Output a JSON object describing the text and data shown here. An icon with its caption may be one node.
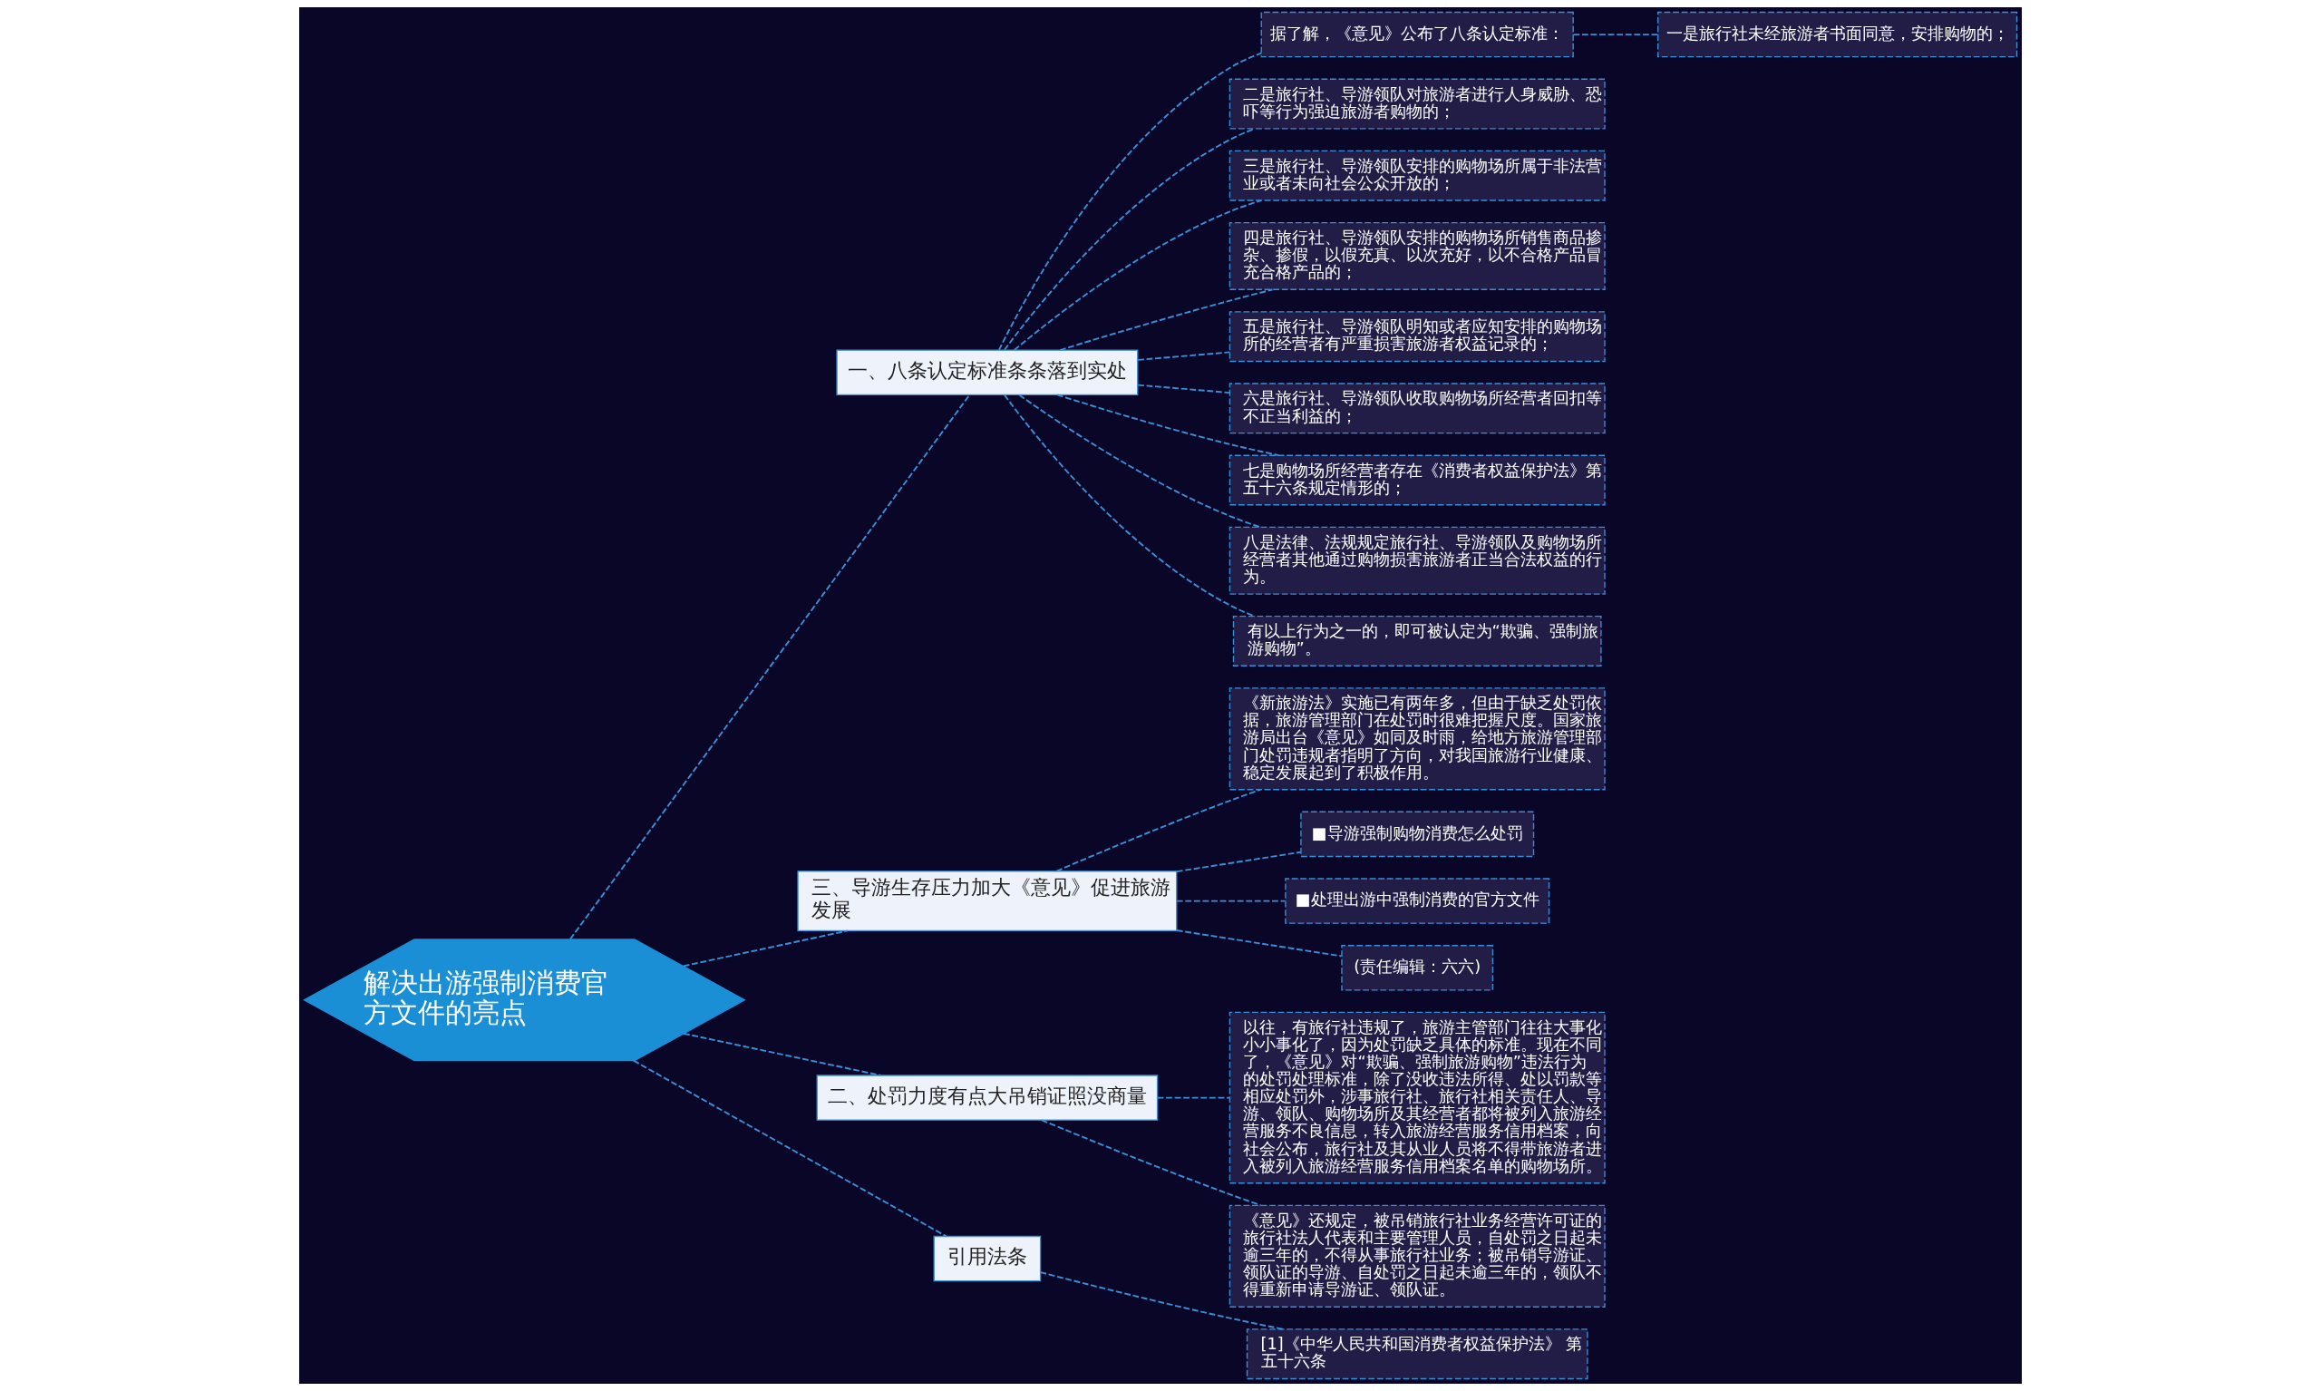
{
  "diagram": {
    "nodes": [
      {
        "text": [
          "解决出游强制消费官方文件的亮点"
        ]
      },
      {
        "text": [
          "一、八条认定标准条条落到实处"
        ]
      },
      {
        "text": [
          "据了解，《意见》公布了八条认定标准："
        ]
      },
      {
        "text": [
          "一是旅行社未经旅游者书面同意，安排购物的；"
        ]
      },
      {
        "text": [
          "二是旅行社、导游领队对旅游者进行人身威胁、恐吓等行为强迫旅游者购物的；"
        ]
      },
      {
        "text": [
          "三是旅行社、导游领队安排的购物场所属于非法营业或者未向社会公众开放的；"
        ]
      },
      {
        "text": [
          "四是旅行社、导游领队安排的购物场所销售商品掺杂、掺假，以假充真、以次充好，以不合格产品冒充合格产品的；"
        ]
      },
      {
        "text": [
          "五是旅行社、导游领队明知或者应知安排的购物场所的经营者有严重损害旅游者权益记录的；"
        ]
      },
      {
        "text": [
          "六是旅行社、导游领队收取购物场所经营者回扣等不正当利益的；"
        ]
      },
      {
        "text": [
          "七是购物场所经营者存在《消费者权益保护法》第五十六条规定情形的；"
        ]
      },
      {
        "text": [
          "八是法律、法规规定旅行社、导游领队及购物场所经营者其他通过购物损害旅游者正当合法权益的行为。"
        ]
      },
      {
        "text": [
          "有以上行为之一的，即可被认定为“欺骗、强制旅游购物”。"
        ]
      },
      {
        "text": [
          "三、导游生存压力加大《意见》促进旅游发展"
        ]
      },
      {
        "text": [
          "《新旅游法》实施已有两年多，但由于缺乏处罚依据，旅游管理部门在处罚时很难把握尺度。国家旅游局出台《意见》如同及时雨，给地方旅游管理部门处罚违规者指明了方向，对我国旅游行业健康、稳定发展起到了积极作用。"
        ]
      },
      {
        "text": [
          "■导游强制购物消费怎么处罚"
        ]
      },
      {
        "text": [
          "■处理出游中强制消费的官方文件"
        ]
      },
      {
        "text": [
          "(责任编辑：六六)"
        ]
      },
      {
        "text": [
          "二、处罚力度有点大吊销证照没商量"
        ]
      },
      {
        "text": [
          "以往，有旅行社违规了，旅游主管部门往往大事化小小事化了，因为处罚缺乏具体的标准。现在不同了，《意见》对“欺骗、强制旅游购物”违法行为的处罚处理标准，除了没收违法所得、处以罚款等相应处罚外，涉事旅行社、旅行社相关责任人、导游、领队、购物场所及其经营者都将被列入旅游经营服务不良信息，转入旅游经营服务信用档案，向社会公布，旅行社及其从业人员将不得带旅游者进入被列入旅游经营服务信用档案名单的购物场所。"
        ]
      },
      {
        "text": [
          "《意见》还规定，被吊销旅行社业务经营许可证的旅行社法人代表和主要管理人员，自处罚之日起未逾三年的，不得从事旅行社业务；被吊销导游证、领队证的导游、自处罚之日起未逾三年的，领队不得重新申请导游证、领队证。"
        ]
      },
      {
        "text": [
          "引用法条"
        ]
      },
      {
        "text": [
          "[1]《中华人民共和国消费者权益保护法》 第五十六条"
        ]
      }
    ],
    "edges": [
      {
        "from": 0,
        "to": 1,
        "arrow": "none",
        "style": "dashed"
      },
      {
        "from": 1,
        "to": 2,
        "arrow": "none",
        "style": "dashed"
      },
      {
        "from": 2,
        "to": 3,
        "arrow": "none",
        "style": "dashed"
      },
      {
        "from": 1,
        "to": 4,
        "arrow": "none",
        "style": "dashed"
      },
      {
        "from": 1,
        "to": 5,
        "arrow": "none",
        "style": "dashed"
      },
      {
        "from": 1,
        "to": 6,
        "arrow": "none",
        "style": "dashed"
      },
      {
        "from": 1,
        "to": 7,
        "arrow": "none",
        "style": "dashed"
      },
      {
        "from": 1,
        "to": 8,
        "arrow": "none",
        "style": "dashed"
      },
      {
        "from": 1,
        "to": 9,
        "arrow": "none",
        "style": "dashed"
      },
      {
        "from": 1,
        "to": 10,
        "arrow": "none",
        "style": "dashed"
      },
      {
        "from": 1,
        "to": 11,
        "arrow": "none",
        "style": "dashed"
      },
      {
        "from": 0,
        "to": 12,
        "arrow": "none",
        "style": "dashed"
      },
      {
        "from": 12,
        "to": 13,
        "arrow": "none",
        "style": "dashed"
      },
      {
        "from": 12,
        "to": 14,
        "arrow": "none",
        "style": "dashed"
      },
      {
        "from": 12,
        "to": 15,
        "arrow": "none",
        "style": "dashed"
      },
      {
        "from": 12,
        "to": 16,
        "arrow": "none",
        "style": "dashed"
      },
      {
        "from": 0,
        "to": 17,
        "arrow": "none",
        "style": "dashed"
      },
      {
        "from": 17,
        "to": 18,
        "arrow": "none",
        "style": "dashed"
      },
      {
        "from": 17,
        "to": 19,
        "arrow": "none",
        "style": "dashed"
      },
      {
        "from": 0,
        "to": 20,
        "arrow": "none",
        "style": "dashed"
      },
      {
        "from": 20,
        "to": 21,
        "arrow": "none",
        "style": "dashed"
      }
    ]
  }
}
